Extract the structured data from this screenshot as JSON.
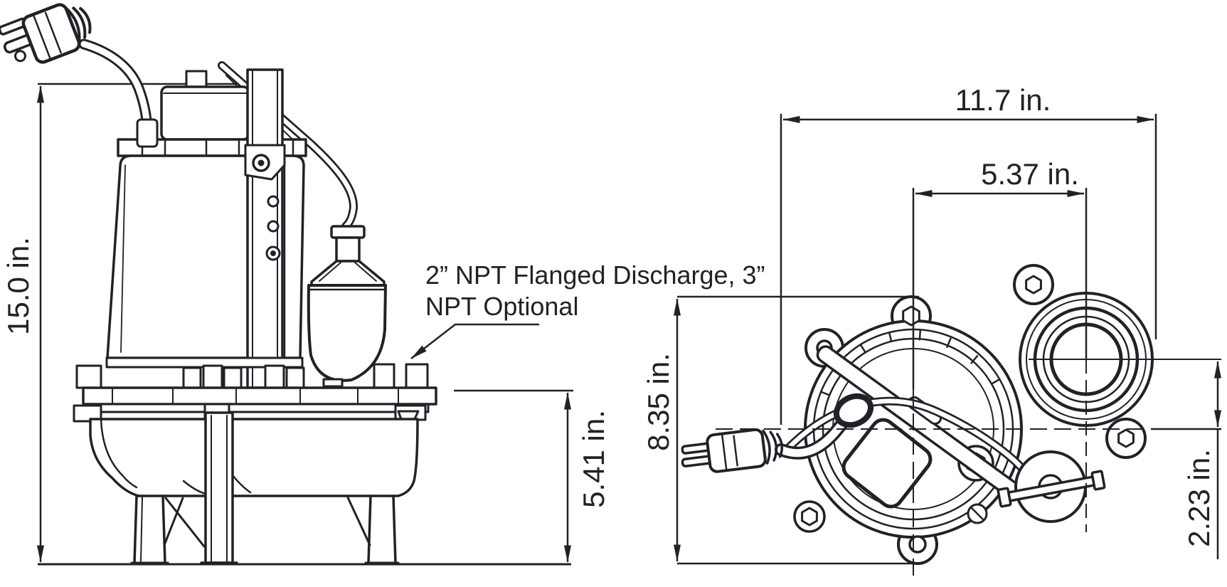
{
  "annotations": {
    "discharge_note_line1": "2” NPT Flanged Discharge, 3”",
    "discharge_note_line2": "NPT Optional"
  },
  "dimensions": {
    "side_overall_height": "15.0 in.",
    "side_discharge_height": "5.41 in.",
    "top_overall_width": "11.7 in.",
    "top_center_to_discharge": "5.37 in.",
    "top_overall_depth": "8.35 in.",
    "top_discharge_offset": "2.23 in."
  }
}
